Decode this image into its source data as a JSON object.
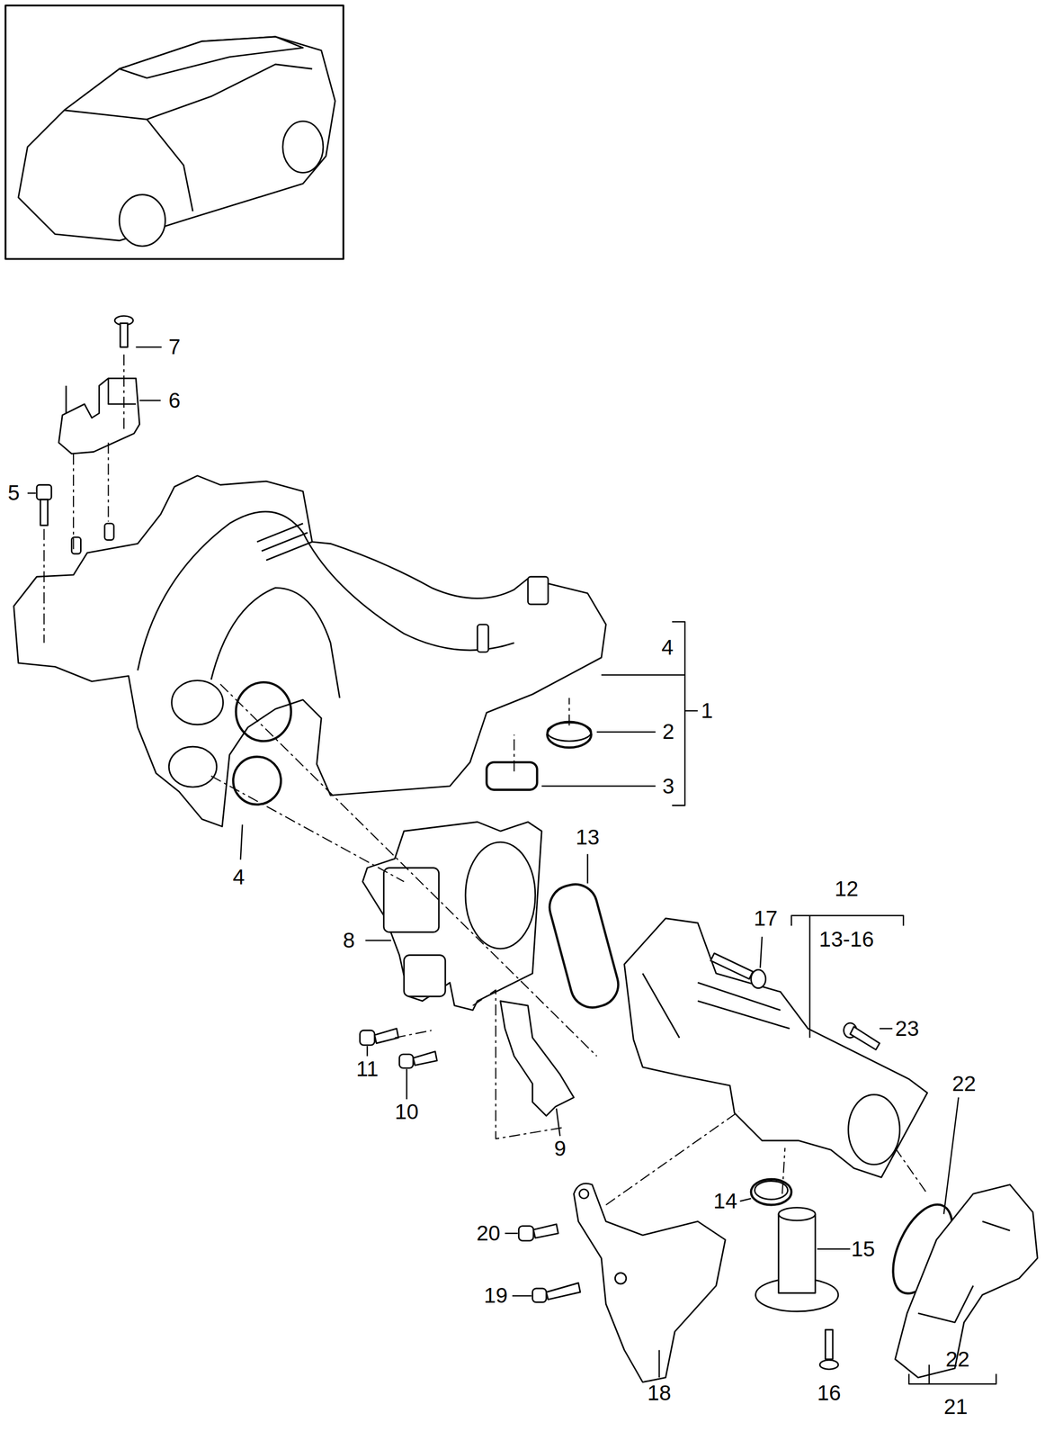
{
  "diagram": {
    "labels": [
      "7",
      "6",
      "5",
      "4",
      "1",
      "2",
      "3",
      "4",
      "13",
      "12",
      "13-16",
      "8",
      "17",
      "23",
      "11",
      "10",
      "9",
      "22",
      "14",
      "20",
      "15",
      "19",
      "22",
      "21",
      "18",
      "16"
    ]
  }
}
